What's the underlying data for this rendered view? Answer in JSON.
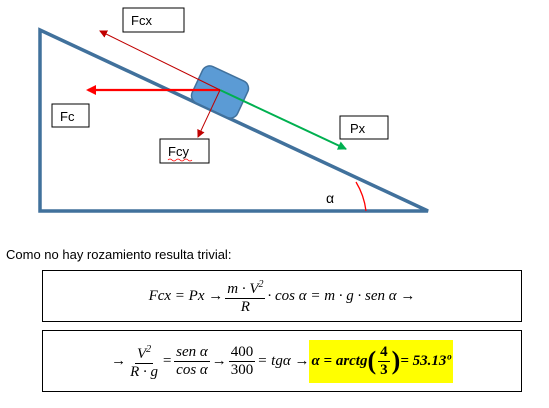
{
  "labels": {
    "fcx": "Fcx",
    "fc": "Fc",
    "fcy": "Fcy",
    "px": "Px",
    "alpha": "α"
  },
  "caption": "Como no hay rozamiento resulta trivial:",
  "equation1": {
    "lhs": "Fcx = Px →",
    "frac_num": "m · V",
    "frac_num_exp": "2",
    "frac_den": "R",
    "rhs": "· cos α = m · g · sen α →"
  },
  "equation2": {
    "arrow": "→",
    "f1_num": "V",
    "f1_num_exp": "2",
    "f1_den": "R · g",
    "eq": "=",
    "f2_num": "sen α",
    "f2_den": "cos α",
    "arrow2": "→",
    "f3_num": "400",
    "f3_den": "300",
    "mid": "= tgα →",
    "result_lhs": "α = arctg",
    "f4_num": "4",
    "f4_den": "3",
    "result_rhs": "= 53.13º"
  },
  "colors": {
    "incline": "#41719c",
    "block_fill": "#5b9bd5",
    "red_arrow": "#ff0000",
    "thin_red": "#c00000",
    "green_arrow": "#00b050",
    "highlight": "#ffff00"
  }
}
